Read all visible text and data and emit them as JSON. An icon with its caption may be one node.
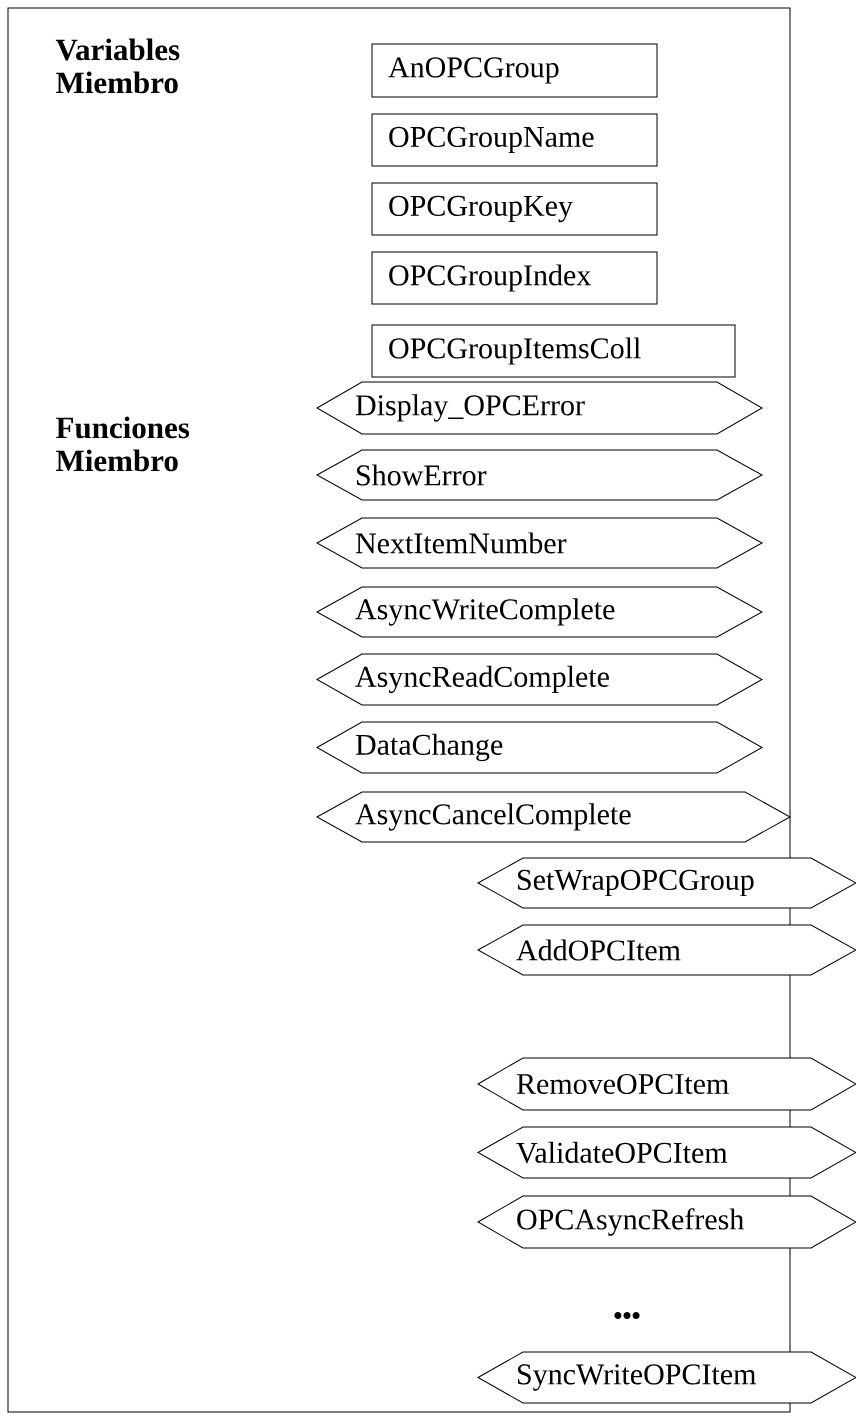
{
  "diagram": {
    "nodes": [
      {
        "text": [
          "Variables Miembro",
          "Funciones Miembro"
        ]
      },
      {
        "text": [
          "AnOPCGroup"
        ],
        "in": 0
      },
      {
        "text": [
          "OPCGroupName"
        ],
        "in": 0
      },
      {
        "text": [
          "OPCGroupKey"
        ],
        "in": 0
      },
      {
        "text": [
          "OPCGroupIndex"
        ],
        "in": 0
      },
      {
        "text": [
          "OPCGroupItemsColl"
        ],
        "in": 0
      },
      {
        "text": [
          "Display_OPCError"
        ],
        "in": 0
      },
      {
        "text": [
          "ShowError"
        ],
        "in": 0
      },
      {
        "text": [
          "NextItemNumber"
        ],
        "in": 0
      },
      {
        "text": [
          "AsyncWriteComplete"
        ],
        "in": 0
      },
      {
        "text": [
          "AsyncReadComplete"
        ],
        "in": 0
      },
      {
        "text": [
          "DataChange"
        ],
        "in": 0
      },
      {
        "text": [
          "AsyncCancelComplete"
        ],
        "in": 0
      },
      {
        "text": [
          "SetWrapOPCGroup"
        ]
      },
      {
        "text": [
          "AddOPCItem"
        ]
      },
      {
        "text": [
          "RemoveOPCItem"
        ]
      },
      {
        "text": [
          "ValidateOPCItem"
        ]
      },
      {
        "text": [
          "OPCAsyncRefresh"
        ]
      },
      {
        "text": [
          "SyncWriteOPCItem"
        ]
      }
    ],
    "edges": [],
    "labels": [
      "•••"
    ]
  }
}
